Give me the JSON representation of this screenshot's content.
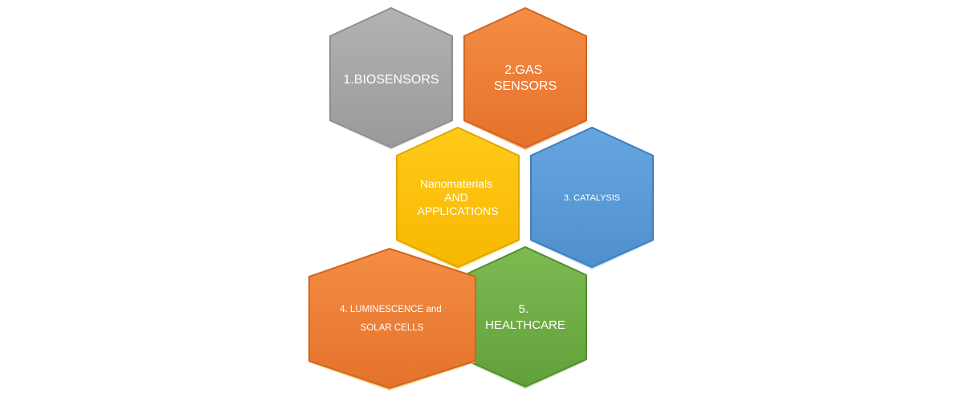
{
  "diagram": {
    "hexagons": [
      {
        "id": "biosensors",
        "lines": [
          "1.BIOSENSORS"
        ],
        "color": "#a6a6a6",
        "dark": "#8c8c8c",
        "light": "#e6e6e6"
      },
      {
        "id": "gas-sensors",
        "lines": [
          "2.GAS",
          "SENSORS"
        ],
        "color": "#ee8035",
        "dark": "#d3661d",
        "light": "#ffb27a"
      },
      {
        "id": "center",
        "lines": [
          "Nanomaterials",
          "AND",
          "APPLICATIONS"
        ],
        "color": "#ffc000",
        "dark": "#e0a600",
        "light": "#ffe38a"
      },
      {
        "id": "catalysis",
        "lines": [
          "3. CATALYSIS"
        ],
        "color": "#5b9bd5",
        "dark": "#3d7fbe",
        "light": "#b7dcff"
      },
      {
        "id": "luminescence",
        "lines": [
          "4. LUMINESCENCE and",
          "SOLAR CELLS"
        ],
        "color": "#ee8035",
        "dark": "#d3661d",
        "light": "#ffd08a"
      },
      {
        "id": "healthcare",
        "lines": [
          "5.",
          "HEALTHCARE"
        ],
        "color": "#70ad47",
        "dark": "#548c30",
        "light": "#c8e6b0"
      }
    ]
  }
}
